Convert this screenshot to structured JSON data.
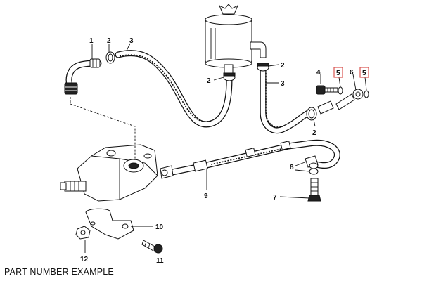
{
  "caption": "PART NUMBER EXAMPLE",
  "accent_color": "#d9534f",
  "callouts": {
    "c1": "1",
    "c2a": "2",
    "c3a": "3",
    "c2b": "2",
    "c2c": "2",
    "c3b": "3",
    "c4": "4",
    "c5a": "5",
    "c6": "6",
    "c5b": "5",
    "c2d": "2",
    "c8": "8",
    "c9": "9",
    "c7": "7",
    "c10": "10",
    "c12": "12",
    "c11": "11"
  }
}
